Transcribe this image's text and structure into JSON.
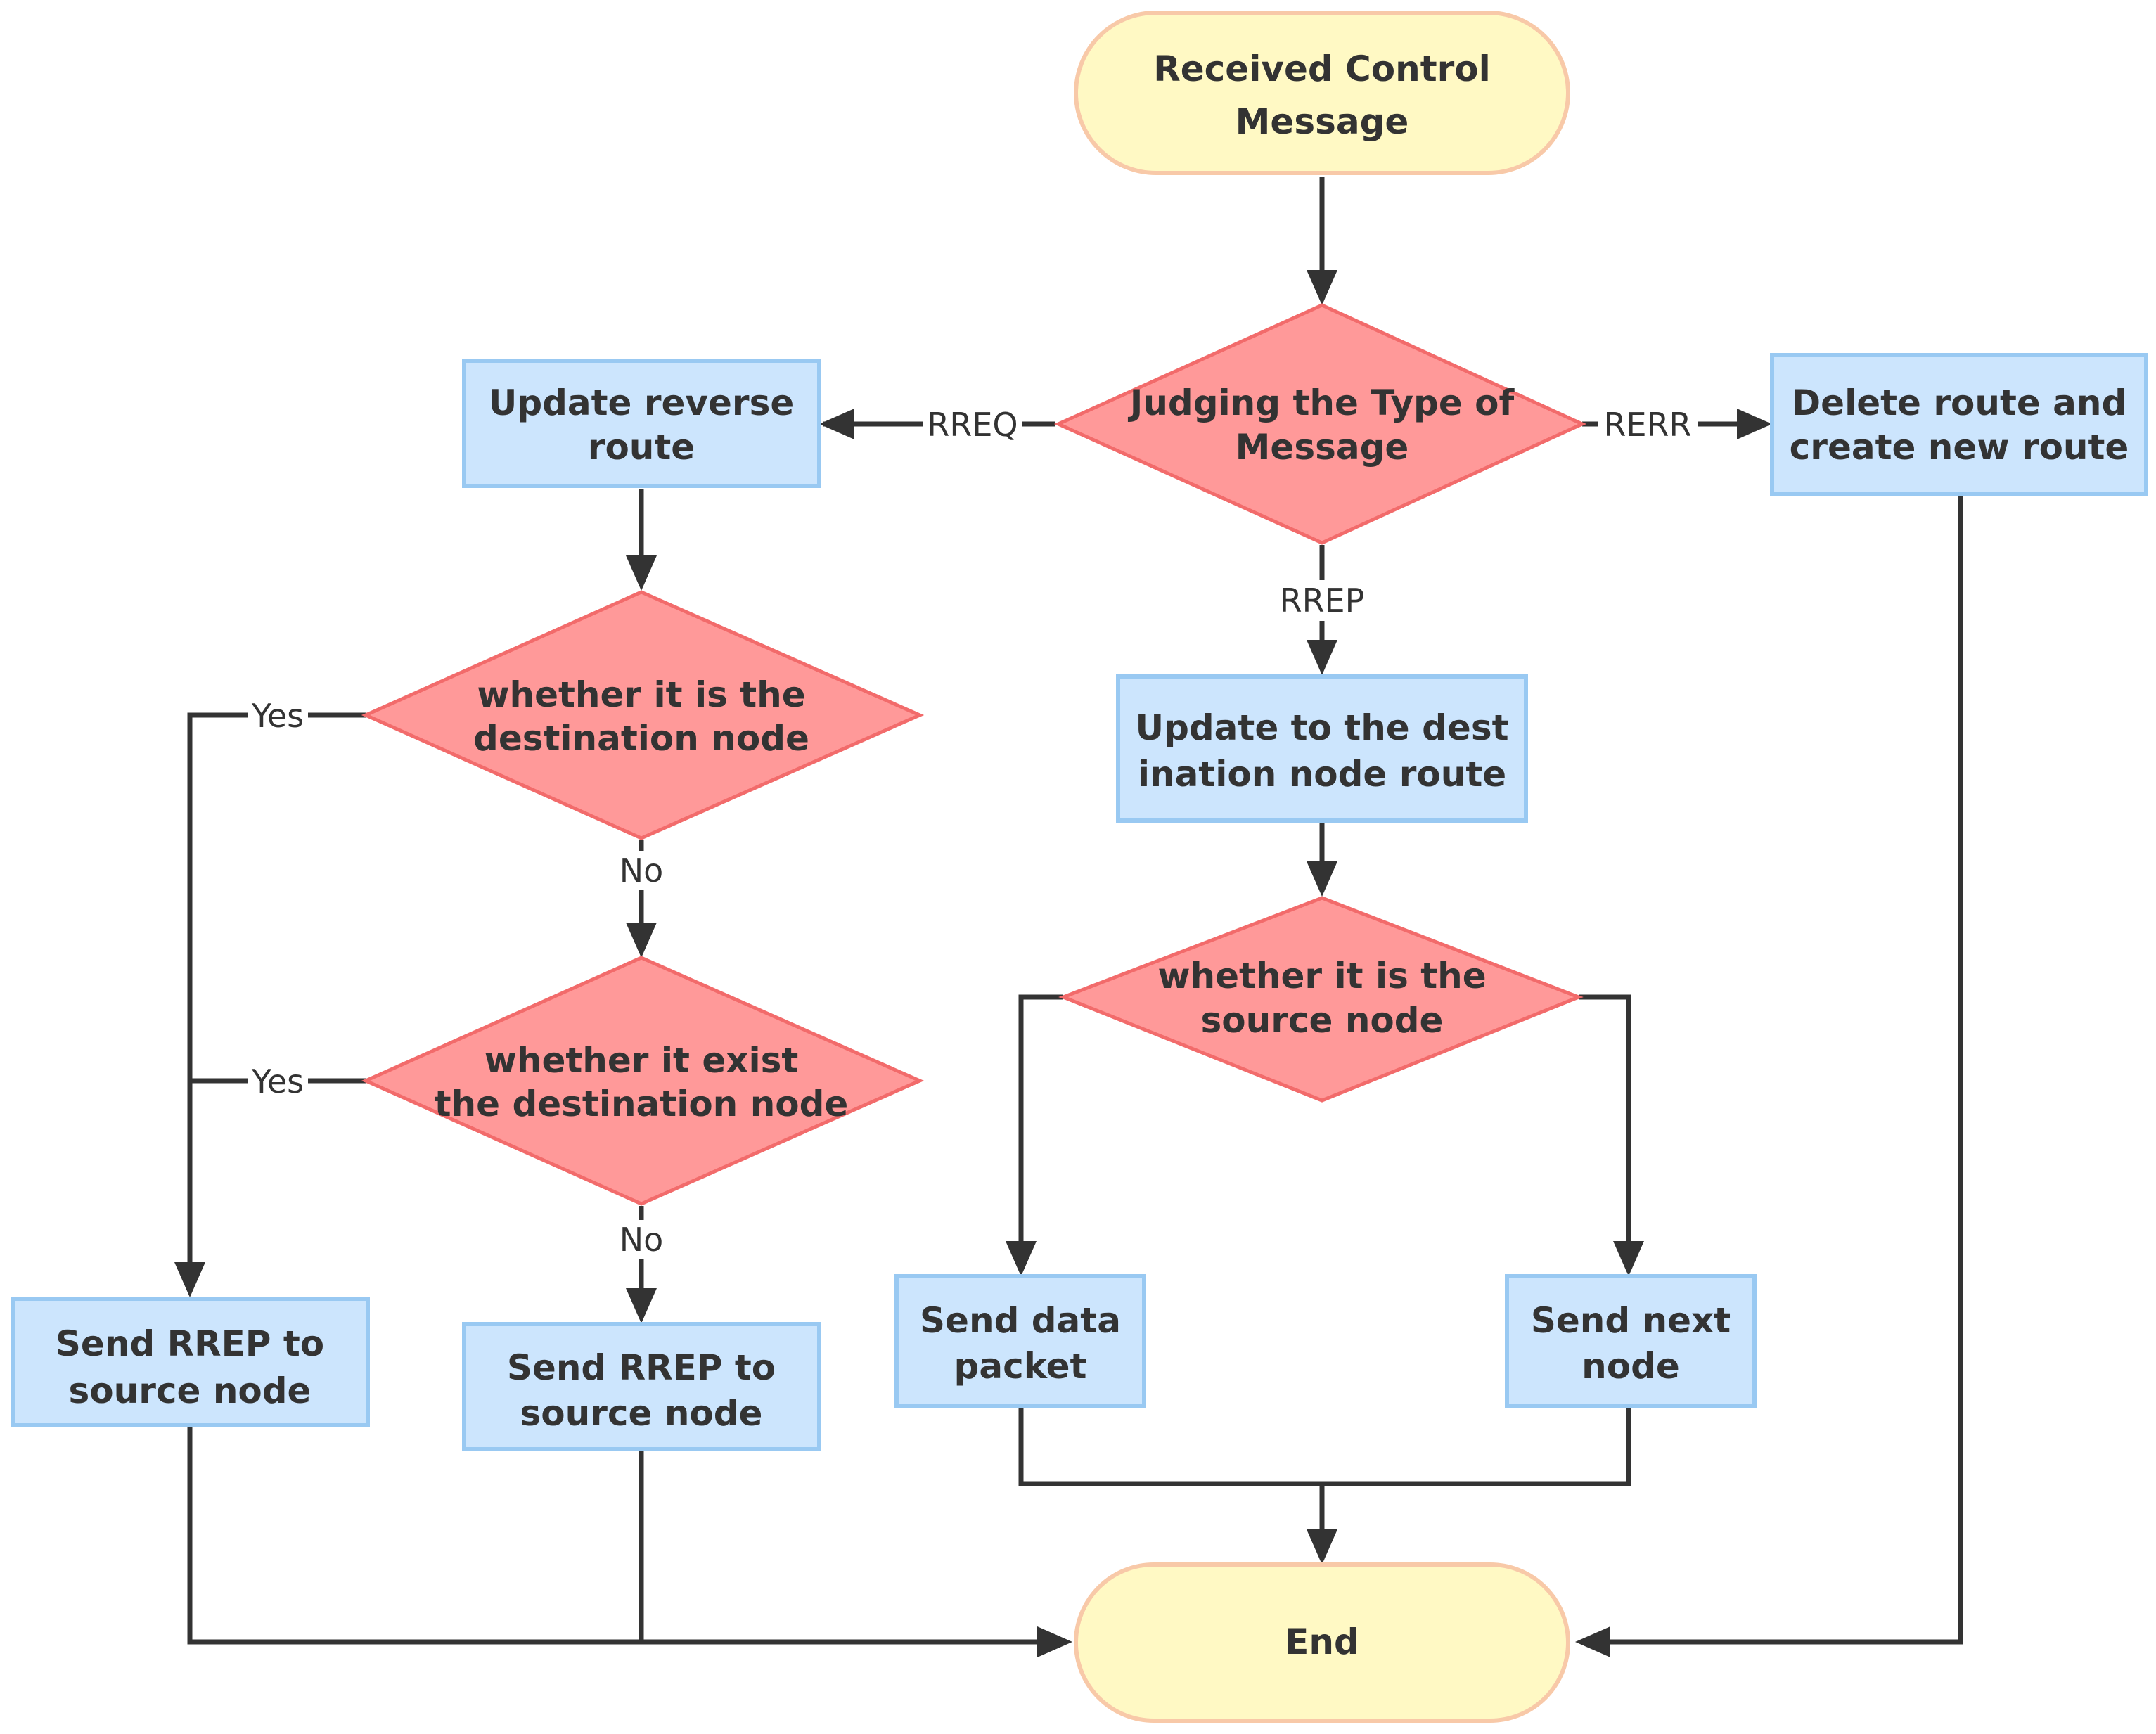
{
  "colors": {
    "terminal_fill": "#fff9c4",
    "terminal_stroke": "#f8c9a8",
    "process_fill": "#cce5fd",
    "process_stroke": "#99c9f2",
    "decision_fill": "#ff9999",
    "decision_stroke": "#f26b6b",
    "edge": "#333333"
  },
  "nodes": {
    "start": {
      "lines": [
        "Received Control",
        "Message"
      ]
    },
    "judge_type": {
      "lines": [
        "Judging the Type of",
        "Message"
      ]
    },
    "update_reverse": {
      "lines": [
        "Update reverse",
        "route"
      ]
    },
    "delete_route": {
      "lines": [
        "Delete route and",
        "create new route"
      ]
    },
    "dest_check": {
      "lines": [
        "whether it is the",
        "destination node"
      ]
    },
    "exist_check": {
      "lines": [
        "whether it exist",
        "the destination node"
      ]
    },
    "update_dest": {
      "lines": [
        "Update to the dest",
        "ination node route"
      ]
    },
    "source_check": {
      "lines": [
        "whether it is the",
        "source node"
      ]
    },
    "send_rrep_left": {
      "lines": [
        "Send RREP to",
        "source node"
      ]
    },
    "send_rrep_mid": {
      "lines": [
        "Send RREP to",
        "source node"
      ]
    },
    "send_data": {
      "lines": [
        "Send data",
        "packet"
      ]
    },
    "send_next": {
      "lines": [
        "Send next",
        "node"
      ]
    },
    "end": {
      "lines": [
        "End"
      ]
    }
  },
  "edge_labels": {
    "rreq": "RREQ",
    "rerr": "RERR",
    "rrep": "RREP",
    "yes_dest": "Yes",
    "no_dest": "No",
    "yes_exist": "Yes",
    "no_exist": "No"
  }
}
